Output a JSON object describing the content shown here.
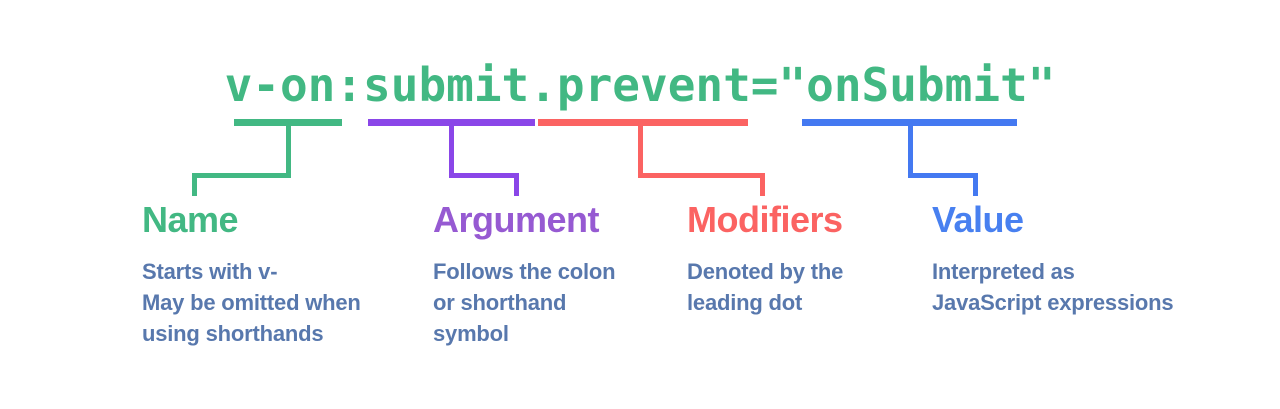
{
  "background_color": "#ffffff",
  "code": {
    "text": "v-on:submit.prevent=\"onSubmit\"",
    "color": "#42b883"
  },
  "description_color": "#5878ad",
  "sections": [
    {
      "id": "name",
      "token": "v-on",
      "label": "Name",
      "color": "#42b883",
      "heading_color": "#42b883",
      "description": "Starts with v-\nMay be omitted when\nusing shorthands"
    },
    {
      "id": "argument",
      "token": "submit",
      "label": "Argument",
      "color": "#8a46e8",
      "heading_color": "#965ad2",
      "description": "Follows the colon\nor shorthand\nsymbol"
    },
    {
      "id": "modifiers",
      "token": ".prevent",
      "label": "Modifiers",
      "color": "#fb6362",
      "heading_color": "#fb6362",
      "description": "Denoted by the\nleading dot"
    },
    {
      "id": "value",
      "token": "onSubmit",
      "label": "Value",
      "color": "#4479f1",
      "heading_color": "#4880f0",
      "description": "Interpreted as\nJavaScript expressions"
    }
  ]
}
